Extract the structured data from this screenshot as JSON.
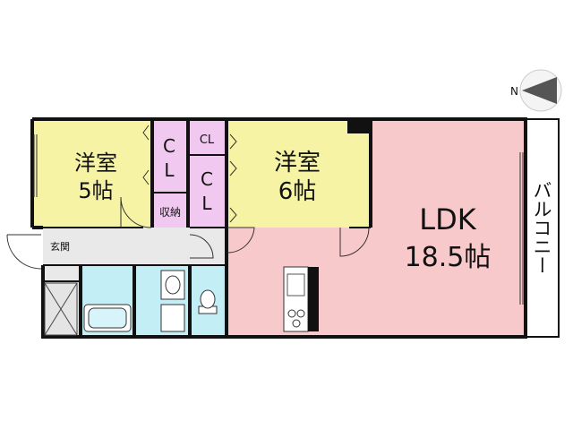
{
  "compass": {
    "label": "N"
  },
  "rooms": {
    "western5": {
      "name": "洋室",
      "size": "5帖"
    },
    "western6": {
      "name": "洋室",
      "size": "6帖"
    },
    "ldk": {
      "name": "LDK",
      "size": "18.5帖"
    },
    "closet_a": {
      "line1": "C",
      "line2": "L"
    },
    "closet_b_small": {
      "label": "CL"
    },
    "closet_c": {
      "line1": "C",
      "line2": "L"
    },
    "storage": {
      "label": "収納"
    },
    "entrance": {
      "label": "玄関"
    },
    "balcony": {
      "label": "バルコニー"
    }
  },
  "colors": {
    "western_rooms": "#f6f3a5",
    "ldk": "#f8c9cb",
    "closets": "#f1c8f0",
    "wet_areas": "#c3eef6",
    "hall": "#e9e9e9",
    "walls": "#111111"
  }
}
